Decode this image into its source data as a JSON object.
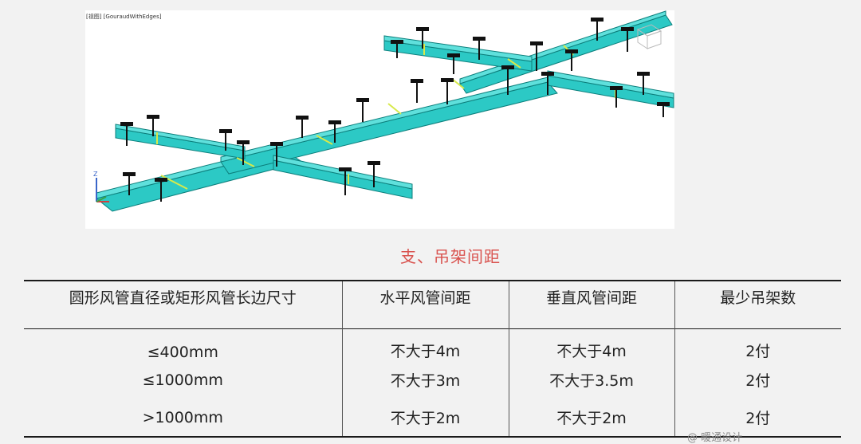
{
  "viewport": {
    "label": "[视图] [GouraudWithEdges]",
    "axis_label": "Z",
    "colors": {
      "duct": "#2cc9c5",
      "duct_edge": "#0c7f7c",
      "joint": "#d7e94a",
      "hanger": "#111111"
    }
  },
  "caption": "支、吊架间距",
  "table": {
    "headers": [
      "圆形风管直径或矩形风管长边尺寸",
      "水平风管间距",
      "垂直风管间距",
      "最少吊架数"
    ],
    "rows": [
      [
        "≤400mm",
        "不大于4m",
        "不大于4m",
        "2付"
      ],
      [
        "≤1000mm",
        "不大于3m",
        "不大于3.5m",
        "2付"
      ],
      [
        ">1000mm",
        "不大于2m",
        "不大于2m",
        "2付"
      ]
    ]
  },
  "watermark": "@ 暖通设计"
}
